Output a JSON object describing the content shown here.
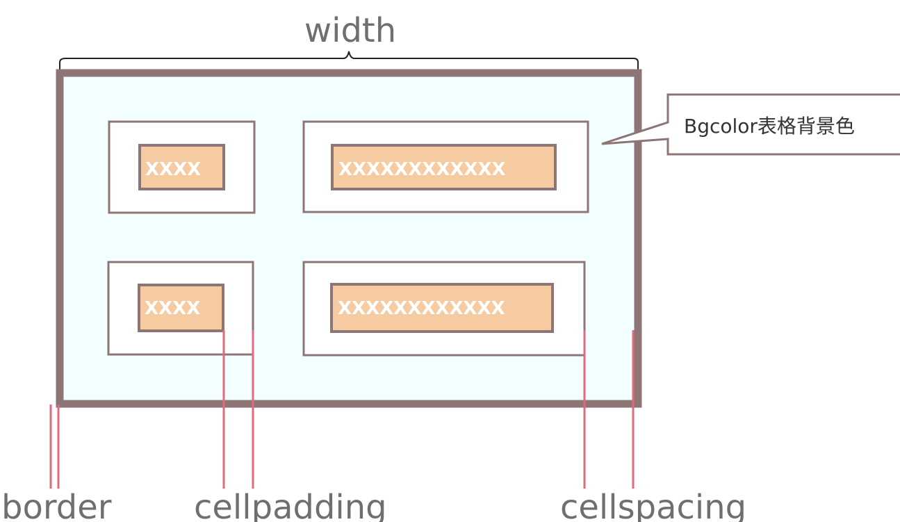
{
  "labels": {
    "width": "width",
    "border": "border",
    "cellpadding": "cellpadding",
    "cellspacing": "cellspacing"
  },
  "callout": {
    "text": "Bgcolor表格背景色"
  },
  "cells": [
    {
      "text": "XXXX"
    },
    {
      "text": "XXXXXXXXXXXX"
    },
    {
      "text": "XXXX"
    },
    {
      "text": "XXXXXXXXXXXX"
    }
  ],
  "colors": {
    "table_border": "#8e7575",
    "table_bg": "#f2feff",
    "cell_fill": "#ffffff",
    "content_fill": "#f7cba2",
    "guide_line": "#e06a7f",
    "label_text": "#6f6f6f"
  }
}
